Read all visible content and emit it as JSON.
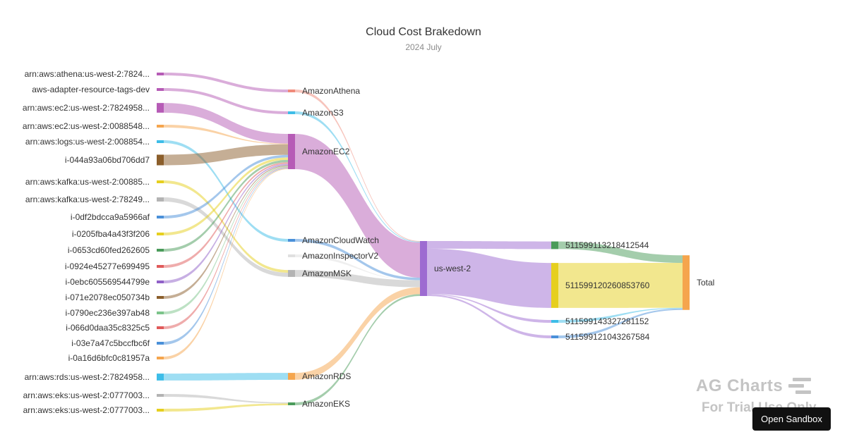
{
  "chart_data": {
    "type": "sankey",
    "title": "Cloud Cost Brakedown",
    "subtitle": "2024 July",
    "nodes": [
      {
        "id": "athena_arn",
        "label": "arn:aws:athena:us-west-2:7824...",
        "color": "#b65bb6"
      },
      {
        "id": "tags_dev",
        "label": "aws-adapter-resource-tags-dev",
        "color": "#b65bb6"
      },
      {
        "id": "ec2_arn1",
        "label": "arn:aws:ec2:us-west-2:7824958...",
        "color": "#b65bb6"
      },
      {
        "id": "ec2_arn2",
        "label": "arn:aws:ec2:us-west-2:0088548...",
        "color": "#f5a54d"
      },
      {
        "id": "logs_arn",
        "label": "arn:aws:logs:us-west-2:008854...",
        "color": "#3dbde8"
      },
      {
        "id": "i044",
        "label": "i-044a93a06bd706dd7",
        "color": "#8b5e2b"
      },
      {
        "id": "kafka1",
        "label": "arn:aws:kafka:us-west-2:00885...",
        "color": "#e6cf1e"
      },
      {
        "id": "kafka2",
        "label": "arn:aws:kafka:us-west-2:78249...",
        "color": "#b3b3b3"
      },
      {
        "id": "i0df",
        "label": "i-0df2bdcca9a5966af",
        "color": "#4a90d9"
      },
      {
        "id": "i0205",
        "label": "i-0205fba4a43f3f206",
        "color": "#e6cf1e"
      },
      {
        "id": "i0653",
        "label": "i-0653cd60fed262605",
        "color": "#4a9b5a"
      },
      {
        "id": "i0924",
        "label": "i-0924e45277e699495",
        "color": "#e05a5a"
      },
      {
        "id": "i0ebc",
        "label": "i-0ebc605569544799e",
        "color": "#9060c8"
      },
      {
        "id": "i071e",
        "label": "i-071e2078ec050734b",
        "color": "#8b5e2b"
      },
      {
        "id": "i0790",
        "label": "i-0790ec236e397ab48",
        "color": "#7cc48a"
      },
      {
        "id": "i066d",
        "label": "i-066d0daa35c8325c5",
        "color": "#e05a5a"
      },
      {
        "id": "i03e7",
        "label": "i-03e7a47c5bccfbc6f",
        "color": "#4a90d9"
      },
      {
        "id": "i0a16",
        "label": "i-0a16d6bfc0c81957a",
        "color": "#f5a54d"
      },
      {
        "id": "rds_arn",
        "label": "arn:aws:rds:us-west-2:7824958...",
        "color": "#3dbde8"
      },
      {
        "id": "eks1",
        "label": "arn:aws:eks:us-west-2:0777003...",
        "color": "#b3b3b3"
      },
      {
        "id": "eks2",
        "label": "arn:aws:eks:us-west-2:0777003...",
        "color": "#e6cf1e"
      },
      {
        "id": "AmazonAthena",
        "label": "AmazonAthena",
        "color": "#f08a7a"
      },
      {
        "id": "AmazonS3",
        "label": "AmazonS3",
        "color": "#3dbde8"
      },
      {
        "id": "AmazonEC2",
        "label": "AmazonEC2",
        "color": "#b65bb6"
      },
      {
        "id": "AmazonCloudWatch",
        "label": "AmazonCloudWatch",
        "color": "#4a90d9"
      },
      {
        "id": "AmazonInspectorV2",
        "label": "AmazonInspectorV2",
        "color": "#e0e0e0"
      },
      {
        "id": "AmazonMSK",
        "label": "AmazonMSK",
        "color": "#b3b3b3"
      },
      {
        "id": "AmazonRDS",
        "label": "AmazonRDS",
        "color": "#f5a54d"
      },
      {
        "id": "AmazonEKS",
        "label": "AmazonEKS",
        "color": "#4a9b5a"
      },
      {
        "id": "us-west-2",
        "label": "us-west-2",
        "color": "#9d6bd1"
      },
      {
        "id": "acct1",
        "label": "511599113218412544",
        "color": "#4a9b5a"
      },
      {
        "id": "acct2",
        "label": "511599120260853760",
        "color": "#e6cf1e"
      },
      {
        "id": "acct3",
        "label": "511599143327281152",
        "color": "#3dbde8"
      },
      {
        "id": "acct4",
        "label": "511599121043267584",
        "color": "#4a90d9"
      },
      {
        "id": "Total",
        "label": "Total",
        "color": "#f5a54d"
      }
    ],
    "links": [
      {
        "source": "athena_arn",
        "target": "AmazonAthena",
        "value": 0.3
      },
      {
        "source": "tags_dev",
        "target": "AmazonS3",
        "value": 0.3
      },
      {
        "source": "ec2_arn1",
        "target": "AmazonEC2",
        "value": 4.2
      },
      {
        "source": "ec2_arn2",
        "target": "AmazonEC2",
        "value": 0.3
      },
      {
        "source": "logs_arn",
        "target": "AmazonCloudWatch",
        "value": 1.1
      },
      {
        "source": "i044",
        "target": "AmazonEC2",
        "value": 4.6
      },
      {
        "source": "kafka1",
        "target": "AmazonMSK",
        "value": 1.2
      },
      {
        "source": "kafka2",
        "target": "AmazonMSK",
        "value": 1.8
      },
      {
        "source": "i0df",
        "target": "AmazonEC2",
        "value": 1.1
      },
      {
        "source": "i0205",
        "target": "AmazonEC2",
        "value": 1.1
      },
      {
        "source": "i0653",
        "target": "AmazonEC2",
        "value": 1.0
      },
      {
        "source": "i0924",
        "target": "AmazonEC2",
        "value": 0.7
      },
      {
        "source": "i0ebc",
        "target": "AmazonEC2",
        "value": 0.6
      },
      {
        "source": "i071e",
        "target": "AmazonEC2",
        "value": 0.4
      },
      {
        "source": "i0790",
        "target": "AmazonEC2",
        "value": 0.4
      },
      {
        "source": "i066d",
        "target": "AmazonEC2",
        "value": 0.3
      },
      {
        "source": "i03e7",
        "target": "AmazonEC2",
        "value": 0.3
      },
      {
        "source": "i0a16",
        "target": "AmazonEC2",
        "value": 0.3
      },
      {
        "source": "rds_arn",
        "target": "AmazonRDS",
        "value": 3.0
      },
      {
        "source": "eks1",
        "target": "AmazonEKS",
        "value": 0.3
      },
      {
        "source": "eks2",
        "target": "AmazonEKS",
        "value": 0.5
      },
      {
        "source": "AmazonAthena",
        "target": "us-west-2",
        "value": 0.3
      },
      {
        "source": "AmazonS3",
        "target": "us-west-2",
        "value": 0.3
      },
      {
        "source": "AmazonEC2",
        "target": "us-west-2",
        "value": 15.3
      },
      {
        "source": "AmazonCloudWatch",
        "target": "us-west-2",
        "value": 1.1
      },
      {
        "source": "AmazonInspectorV2",
        "target": "us-west-2",
        "value": 0.05
      },
      {
        "source": "AmazonMSK",
        "target": "us-west-2",
        "value": 3.0
      },
      {
        "source": "AmazonRDS",
        "target": "us-west-2",
        "value": 3.0
      },
      {
        "source": "AmazonEKS",
        "target": "us-west-2",
        "value": 0.8
      },
      {
        "source": "us-west-2",
        "target": "acct1",
        "value": 3.3
      },
      {
        "source": "us-west-2",
        "target": "acct2",
        "value": 19.5
      },
      {
        "source": "us-west-2",
        "target": "acct3",
        "value": 0.3
      },
      {
        "source": "us-west-2",
        "target": "acct4",
        "value": 0.6
      },
      {
        "source": "acct1",
        "target": "Total",
        "value": 3.3
      },
      {
        "source": "acct2",
        "target": "Total",
        "value": 19.5
      },
      {
        "source": "acct3",
        "target": "Total",
        "value": 0.3
      },
      {
        "source": "acct4",
        "target": "Total",
        "value": 0.6
      }
    ]
  },
  "watermark": {
    "brand": "AG Charts",
    "trial": "For Trial Use Only"
  },
  "toolbar": {
    "sandbox_label": "Open Sandbox"
  }
}
